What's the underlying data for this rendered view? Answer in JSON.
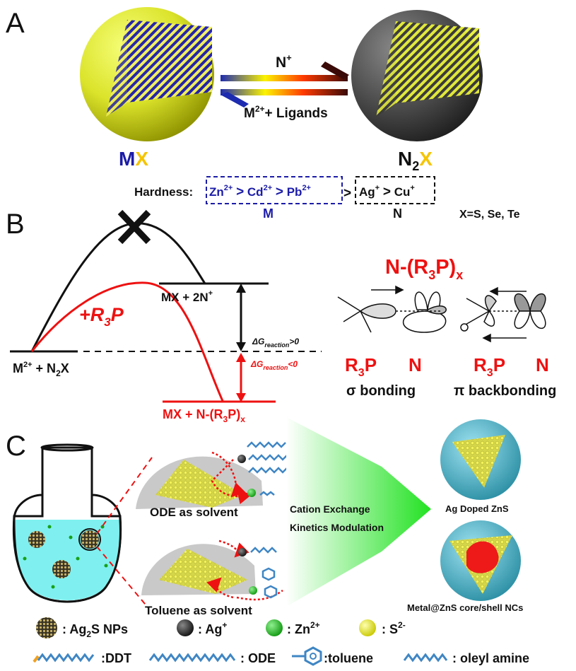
{
  "panel_a": {
    "letter": "A",
    "forward_label": "N",
    "forward_sup": "+",
    "reverse_label_m": "M",
    "reverse_sup": "2+",
    "reverse_label_rest": "+ Ligands",
    "left_label_m": "M",
    "left_label_x": "X",
    "right_label_n": "N",
    "right_label_sub": "2",
    "right_label_x": "X",
    "hardness_label": "Hardness:",
    "m_ions": [
      {
        "base": "Zn",
        "sup": "2+"
      },
      {
        "base": "Cd",
        "sup": "2+"
      },
      {
        "base": "Pb",
        "sup": "2+"
      }
    ],
    "n_ions": [
      {
        "base": "Ag",
        "sup": "+"
      },
      {
        "base": "Cu",
        "sup": "+"
      }
    ],
    "gt": ">",
    "m_group": "M",
    "n_group": "N",
    "x_def": "X=S, Se, Te",
    "colors": {
      "blue": "#1c1ca8",
      "yellow": "#f5c400",
      "red": "#ee1111",
      "dark": "#1a1a1a"
    }
  },
  "panel_b": {
    "letter": "B",
    "top_state_mx": "MX + 2N",
    "top_state_sup": "+",
    "reactant_m": "M",
    "reactant_sup": "2+",
    "reactant_rest": " + N",
    "reactant_sub": "2",
    "reactant_x": "X",
    "product_mx": "MX + N-(R",
    "product_sub3": "3",
    "product_p": "P)",
    "product_subx": "x",
    "r3p_plus": "+R",
    "r3p_sub": "3",
    "r3p_p": "P",
    "dg_pos_prefix": "ΔG",
    "dg_sub": "reaction",
    "dg_pos_tail": ">0",
    "dg_neg_tail": "<0",
    "complex_title_n": "N-(R",
    "complex_title_sub": "3",
    "complex_title_p": "P)",
    "complex_title_x": "x",
    "sigma_r": "R",
    "sigma_sub": "3",
    "sigma_p": "P",
    "sigma_n": "N",
    "sigma_label": "σ bonding",
    "pi_r": "R",
    "pi_sub": "3",
    "pi_p": "P",
    "pi_n": "N",
    "pi_label": "π backbonding"
  },
  "panel_c": {
    "letter": "C",
    "ode_label": "ODE as solvent",
    "toluene_label": "Toluene as solvent",
    "arrow_line1": "Cation Exchange",
    "arrow_line2": "Kinetics Modulation",
    "product1": "Ag Doped ZnS",
    "product2": "Metal@ZnS core/shell NCs",
    "legend": {
      "np_label": ": Ag",
      "np_sub": "2",
      "np_rest": "S NPs",
      "ag_label": ": Ag",
      "ag_sup": "+",
      "zn_label": ": Zn",
      "zn_sup": "2+",
      "s_label": ": S",
      "s_sup": "2-",
      "ddt": ":DDT",
      "ode": ": ODE",
      "toluene": ":toluene",
      "oleyl": ": oleyl amine"
    }
  }
}
